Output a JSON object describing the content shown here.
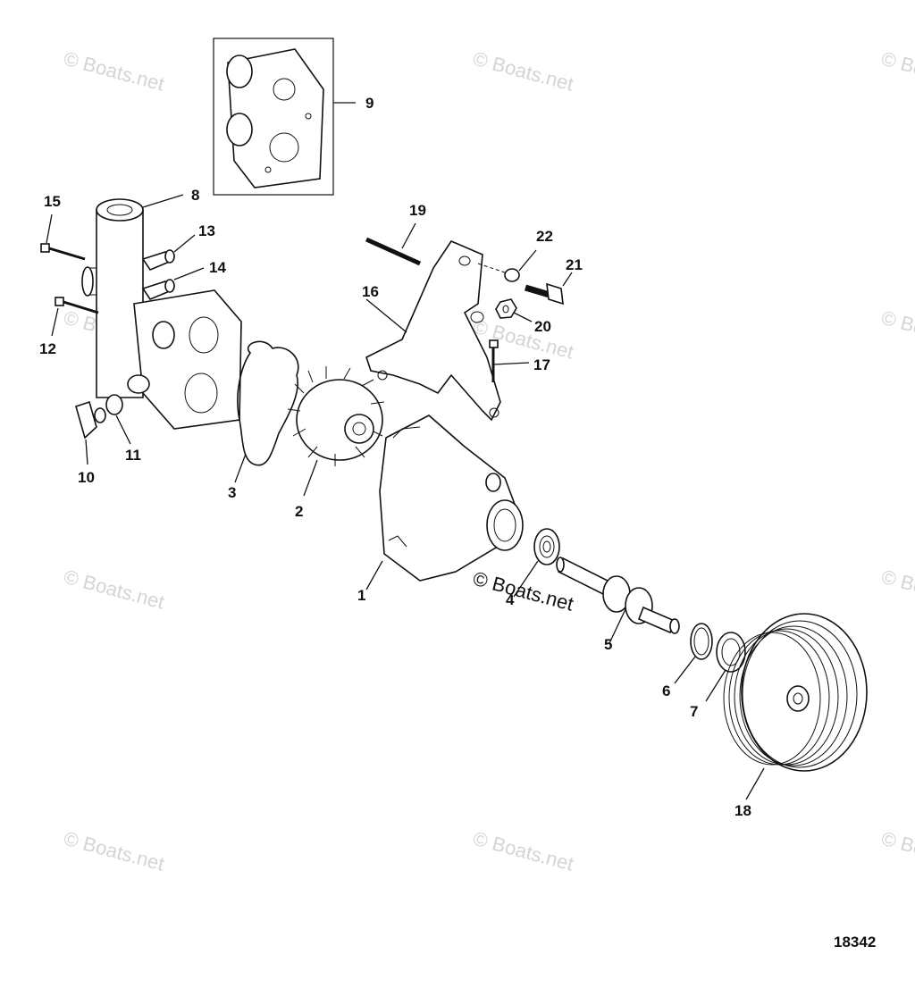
{
  "watermark_text": "© Boats.net",
  "figure_number": "18342",
  "callouts": [
    "1",
    "2",
    "3",
    "4",
    "5",
    "6",
    "7",
    "8",
    "9",
    "10",
    "11",
    "12",
    "13",
    "14",
    "15",
    "16",
    "17",
    "18",
    "19",
    "20",
    "21",
    "22"
  ]
}
